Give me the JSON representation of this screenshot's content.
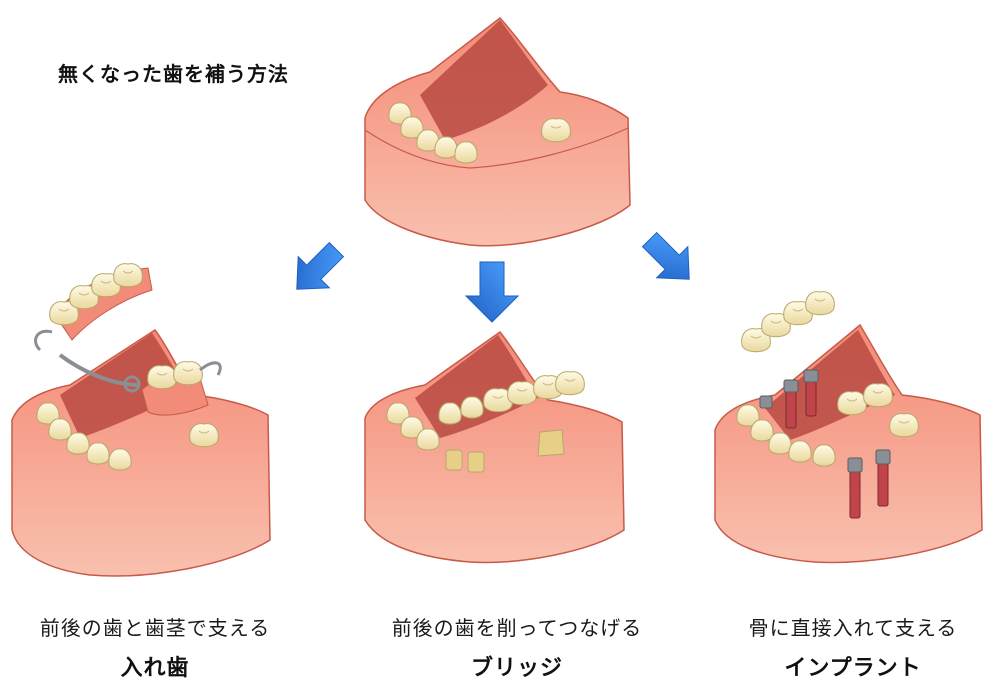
{
  "title": "無くなった歯を補う方法",
  "methods": [
    {
      "caption": "前後の歯と歯茎で支える",
      "label": "入れ歯"
    },
    {
      "caption": "前後の歯を削ってつなげる",
      "label": "ブリッジ"
    },
    {
      "caption": "骨に直接入れて支える",
      "label": "インプラント"
    }
  ],
  "colors": {
    "gum": "#ef7d6a",
    "gum_shadow": "#c85a4a",
    "tongue_area": "#b94a42",
    "tooth": "#f7edc8",
    "tooth_shadow": "#d9c88e",
    "arrow": "#2f7fe6",
    "metal": "#8a8f96",
    "implant": "#c0444a"
  },
  "icons": [
    "arrow-down-left-icon",
    "arrow-down-icon",
    "arrow-down-right-icon"
  ]
}
